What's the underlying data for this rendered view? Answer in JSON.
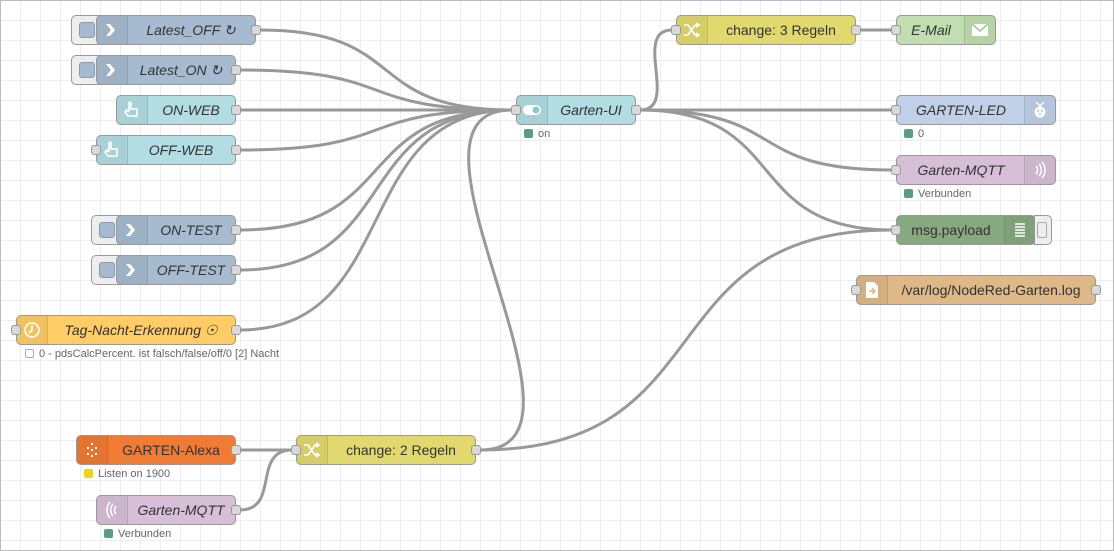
{
  "colors": {
    "inject": "#a6bbcf",
    "dashboard": "#b1dde3",
    "change": "#e2d96e",
    "email": "#c0deb0",
    "rpi": "#c0d0e8",
    "mqtt": "#d8bfd8",
    "debug": "#87a980",
    "file": "#deb887",
    "suncalc": "#ffcc66",
    "alexa": "#f07b35",
    "wire": "#999999",
    "status_green": "#5a9e7f",
    "status_yellow": "#f0d020"
  },
  "nodes": {
    "latest_off": {
      "label": "Latest_OFF ↻",
      "type": "inject",
      "icon": "arrow-in-icon"
    },
    "latest_on": {
      "label": "Latest_ON ↻",
      "type": "inject",
      "icon": "arrow-in-icon"
    },
    "on_web": {
      "label": "ON-WEB",
      "type": "ui_button",
      "icon": "hand-pointer-icon"
    },
    "off_web": {
      "label": "OFF-WEB",
      "type": "ui_button",
      "icon": "hand-pointer-icon"
    },
    "on_test": {
      "label": "ON-TEST",
      "type": "inject",
      "icon": "arrow-in-icon"
    },
    "off_test": {
      "label": "OFF-TEST",
      "type": "inject",
      "icon": "arrow-in-icon"
    },
    "tag_nacht": {
      "label": "Tag-Nacht-Erkennung ☉",
      "type": "suncalc",
      "icon": "timer-icon",
      "status": "0 - pdsCalcPercent. ist falsch/false/off/0 [2] Nacht"
    },
    "garten_ui": {
      "label": "Garten-UI",
      "type": "ui_switch",
      "icon": "toggle-icon",
      "status": "on"
    },
    "change3": {
      "label": "change: 3 Regeln",
      "type": "change",
      "icon": "shuffle-icon"
    },
    "email": {
      "label": "E-Mail",
      "type": "email",
      "icon": "envelope-icon"
    },
    "garten_led": {
      "label": "GARTEN-LED",
      "type": "rpi-gpio",
      "icon": "raspberry-icon",
      "status": "0"
    },
    "garten_mqtt_out": {
      "label": "Garten-MQTT",
      "type": "mqtt out",
      "icon": "signal-icon",
      "status": "Verbunden"
    },
    "msg_payload": {
      "label": "msg.payload",
      "type": "debug",
      "icon": "list-icon"
    },
    "file_log": {
      "label": "/var/log/NodeRed-Garten.log",
      "type": "file",
      "icon": "file-icon"
    },
    "garten_alexa": {
      "label": "GARTEN-Alexa",
      "type": "alexa",
      "icon": "alexa-icon",
      "status": "Listen on 1900"
    },
    "change2": {
      "label": "change: 2 Regeln",
      "type": "change",
      "icon": "shuffle-icon"
    },
    "garten_mqtt_in": {
      "label": "Garten-MQTT",
      "type": "mqtt in",
      "icon": "signal-icon",
      "status": "Verbunden"
    }
  },
  "wires": [
    [
      "latest_off",
      "garten_ui"
    ],
    [
      "latest_on",
      "garten_ui"
    ],
    [
      "on_web",
      "garten_ui"
    ],
    [
      "off_web",
      "garten_ui"
    ],
    [
      "on_test",
      "garten_ui"
    ],
    [
      "off_test",
      "garten_ui"
    ],
    [
      "tag_nacht",
      "garten_ui"
    ],
    [
      "change2",
      "garten_ui"
    ],
    [
      "garten_ui",
      "change3"
    ],
    [
      "change3",
      "email"
    ],
    [
      "garten_ui",
      "garten_led"
    ],
    [
      "garten_ui",
      "garten_mqtt_out"
    ],
    [
      "garten_ui",
      "msg_payload"
    ],
    [
      "change2",
      "msg_payload"
    ],
    [
      "garten_alexa",
      "change2"
    ],
    [
      "garten_mqtt_in",
      "change2"
    ]
  ]
}
